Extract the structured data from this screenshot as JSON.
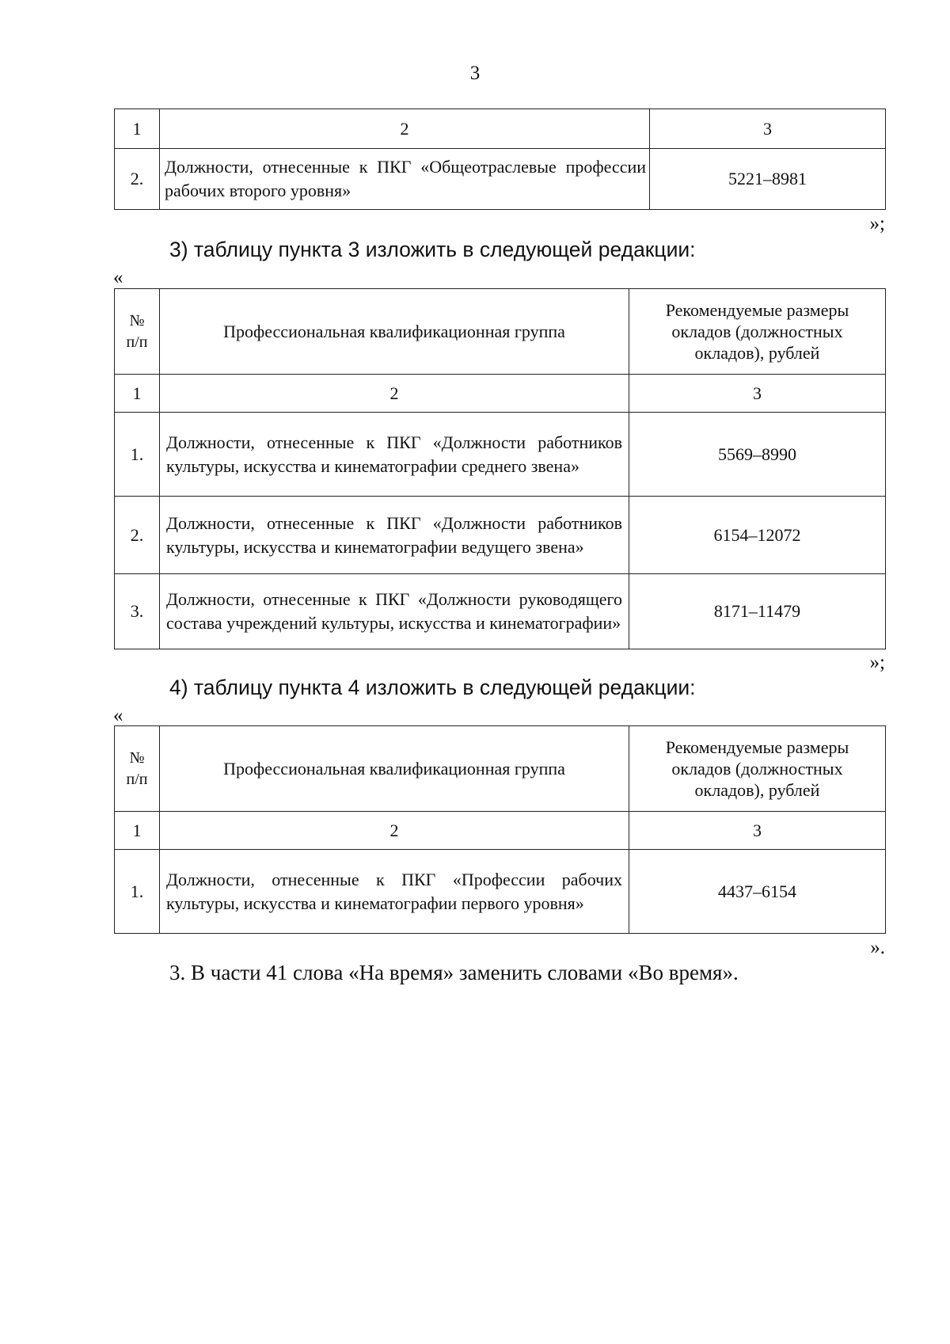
{
  "page_number": "3",
  "table_a": {
    "col_numbers": [
      "1",
      "2",
      "3"
    ],
    "rows": [
      {
        "num": "2.",
        "group": "Должности, отнесенные к ПКГ «Общеотраслевые профессии рабочих второго уровня»",
        "salary": "5221–8981"
      }
    ],
    "closing": "»;"
  },
  "para_item3": "3) таблицу пункта 3 изложить в следующей редакции:",
  "table_b": {
    "opening": "«",
    "header": {
      "num": "№ п/п",
      "group": "Профессиональная квалификационная группа",
      "salary": "Рекомендуемые размеры окладов (должностных окладов), рублей"
    },
    "col_numbers": [
      "1",
      "2",
      "3"
    ],
    "rows": [
      {
        "num": "1.",
        "group": "Должности, отнесенные к ПКГ «Должности работников культуры, искусства и кинематографии среднего звена»",
        "salary": "5569–8990"
      },
      {
        "num": "2.",
        "group": "Должности, отнесенные к ПКГ «Должности работников культуры, искусства и кинематографии ведущего звена»",
        "salary": "6154–12072"
      },
      {
        "num": "3.",
        "group": "Должности, отнесенные к ПКГ «Должности руководящего состава учреждений культуры, искусства и кинематографии»",
        "salary": "8171–11479"
      }
    ],
    "closing": "»;"
  },
  "para_item4": "4) таблицу пункта 4 изложить в следующей редакции:",
  "table_c": {
    "opening": "«",
    "header": {
      "num": "№ п/п",
      "group": "Профессиональная квалификационная группа",
      "salary": "Рекомендуемые размеры окладов (должностных окладов), рублей"
    },
    "col_numbers": [
      "1",
      "2",
      "3"
    ],
    "rows": [
      {
        "num": "1.",
        "group": "Должности, отнесенные к ПКГ «Профессии рабочих культуры, искусства и кинематографии первого уровня»",
        "salary": "4437–6154"
      }
    ],
    "closing": "»."
  },
  "para_section3": "3. В части 41 слова «На время» заменить словами «Во время»."
}
